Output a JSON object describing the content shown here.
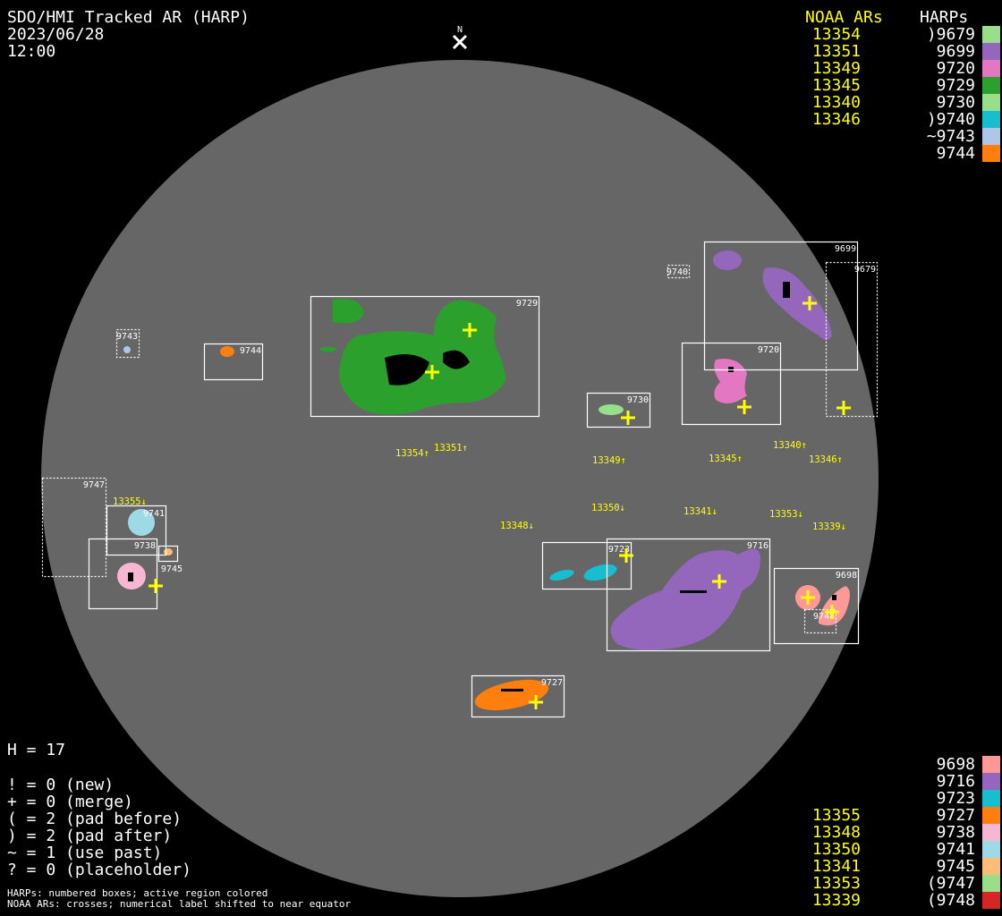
{
  "header": {
    "title": "SDO/HMI Tracked AR (HARP)",
    "date": "2023/06/28",
    "time": "12:00"
  },
  "north_label": "N",
  "top_legend": {
    "noaa_header": "NOAA ARs",
    "harp_header": "HARPs",
    "noaa": [
      "13354",
      "13351",
      "13349",
      "13345",
      "13340",
      "13346"
    ],
    "harps": [
      {
        "label": ")9679",
        "color": "#98df8a"
      },
      {
        "label": "9699",
        "color": "#9467bd"
      },
      {
        "label": "9720",
        "color": "#e377c2"
      },
      {
        "label": "9729",
        "color": "#2ca02c"
      },
      {
        "label": "9730",
        "color": "#98df8a"
      },
      {
        "label": ")9740",
        "color": "#17becf"
      },
      {
        "label": "~9743",
        "color": "#aec7e8"
      },
      {
        "label": "9744",
        "color": "#ff7f0e"
      }
    ]
  },
  "bottom_legend": {
    "noaa": [
      "13355",
      "13348",
      "13350",
      "13341",
      "13353",
      "13339"
    ],
    "harps": [
      {
        "label": "9698",
        "color": "#ff9896"
      },
      {
        "label": "9716",
        "color": "#9467bd"
      },
      {
        "label": "9723",
        "color": "#17becf"
      },
      {
        "label": "9727",
        "color": "#ff7f0e"
      },
      {
        "label": "9738",
        "color": "#f7b6d2"
      },
      {
        "label": "9741",
        "color": "#9edae5"
      },
      {
        "label": "9745",
        "color": "#ffbb78"
      },
      {
        "label": "(9747",
        "color": "#98df8a"
      },
      {
        "label": "(9748",
        "color": "#d62728"
      }
    ]
  },
  "stats": {
    "h": "H = 17",
    "lines": [
      "! = 0 (new)",
      "+ = 0 (merge)",
      "( = 2 (pad before)",
      ") = 2 (pad after)",
      "~ = 1 (use past)",
      "? = 0 (placeholder)"
    ]
  },
  "footnote": [
    "HARPs: numbered boxes; active region colored",
    "NOAA ARs: crosses; numerical label shifted to near equator"
  ],
  "disk": {
    "harp_labels": {
      "h9729": "9729",
      "h9699": "9699",
      "h9679": "9679",
      "h9740": "9740",
      "h9720": "9720",
      "h9730": "9730",
      "h9743": "9743",
      "h9744": "9744",
      "h9747": "9747",
      "h9741": "9741",
      "h9738": "9738",
      "h9745": "9745",
      "h9723": "9723",
      "h9716": "9716",
      "h9698": "9698",
      "h9748": "9748",
      "h9727": "9727"
    },
    "noaa_labels": {
      "a13354": "13354↑",
      "a13351": "13351↑",
      "a13349": "13349↑",
      "a13345": "13345↑",
      "a13340": "13340↑",
      "a13346": "13346↑",
      "a13350": "13350↓",
      "a13341": "13341↓",
      "a13353": "13353↓",
      "a13339": "13339↓",
      "a13348": "13348↓",
      "a13355": "13355↓"
    }
  }
}
